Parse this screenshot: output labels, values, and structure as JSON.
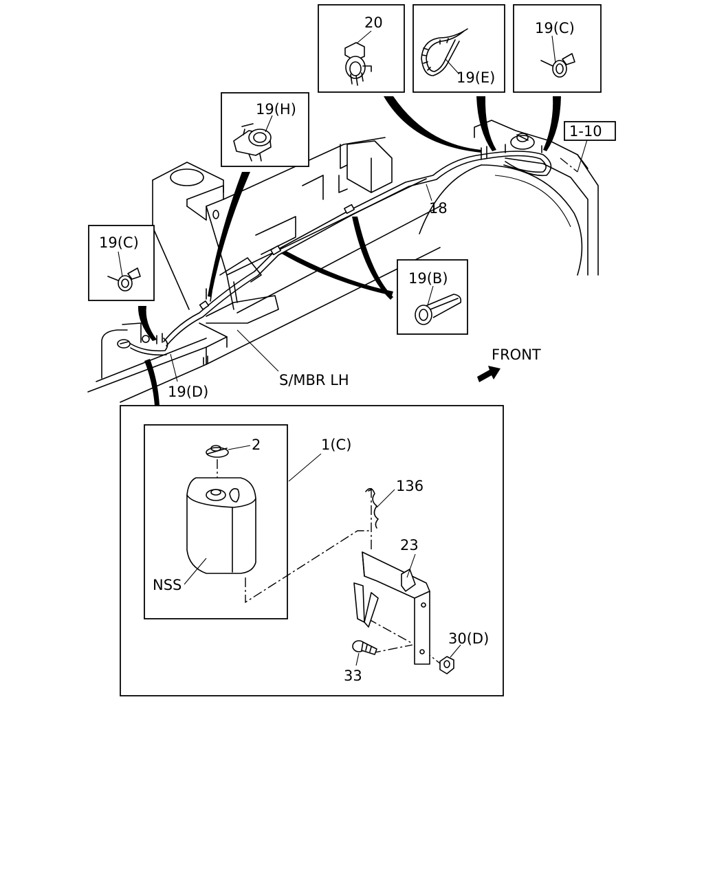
{
  "callouts": {
    "c20": "20",
    "c19e": "19(E)",
    "c19c_top": "19(C)",
    "c110": "1-10",
    "c19h": "19(H)",
    "c18": "18",
    "c19c_left": "19(C)",
    "c19b": "19(B)",
    "c19d": "19(D)",
    "smbr": "S/MBR LH",
    "front": "FRONT",
    "c2": "2",
    "c1c": "1(C)",
    "c136": "136",
    "c23": "23",
    "nss": "NSS",
    "c30d": "30(D)",
    "c33": "33"
  },
  "icons": [
    "front-arrow-icon"
  ]
}
